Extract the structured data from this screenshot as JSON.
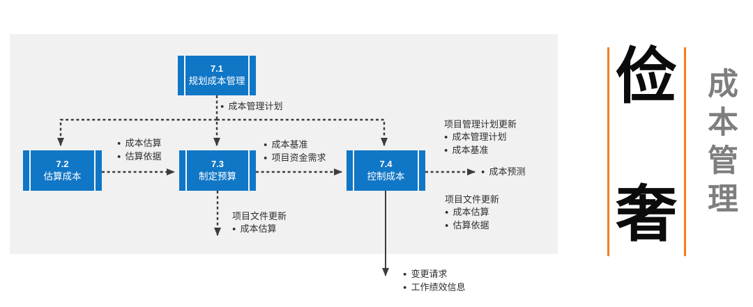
{
  "colors": {
    "node-blue": "#1076C6",
    "line": "#3C3C3C",
    "canvas": "#F1F1F1",
    "orange": "#F87B1C",
    "side-gray": "#7E7E7E",
    "text": "#2E2E2E"
  },
  "diagram": {
    "nodes": [
      {
        "num": "7.1",
        "title": "规划成本管理"
      },
      {
        "num": "7.2",
        "title": "估算成本"
      },
      {
        "num": "7.3",
        "title": "制定预算"
      },
      {
        "num": "7.4",
        "title": "控制成本"
      }
    ],
    "labels": {
      "plan_output": {
        "text": "成本管理计划"
      },
      "estimate_outputs": {
        "items": [
          "成本估算",
          "估算依据"
        ]
      },
      "budget_inputs": {
        "items": [
          "成本基准",
          "项目资金需求"
        ]
      },
      "pm_plan_updates": {
        "heading": "项目管理计划更新",
        "items": [
          "成本管理计划",
          "成本基准"
        ]
      },
      "forecast": {
        "text": "成本预测"
      },
      "doc_updates_right": {
        "heading": "项目文件更新",
        "items": [
          "成本估算",
          "估算依据"
        ]
      },
      "doc_updates_budget": {
        "heading": "项目文件更新",
        "items": [
          "成本估算"
        ]
      },
      "control_outputs": {
        "items": [
          "变更请求",
          "工作绩效信息"
        ]
      }
    }
  },
  "side": {
    "top_char": "俭",
    "bottom_char": "奢",
    "vertical_title": "成本管理"
  }
}
